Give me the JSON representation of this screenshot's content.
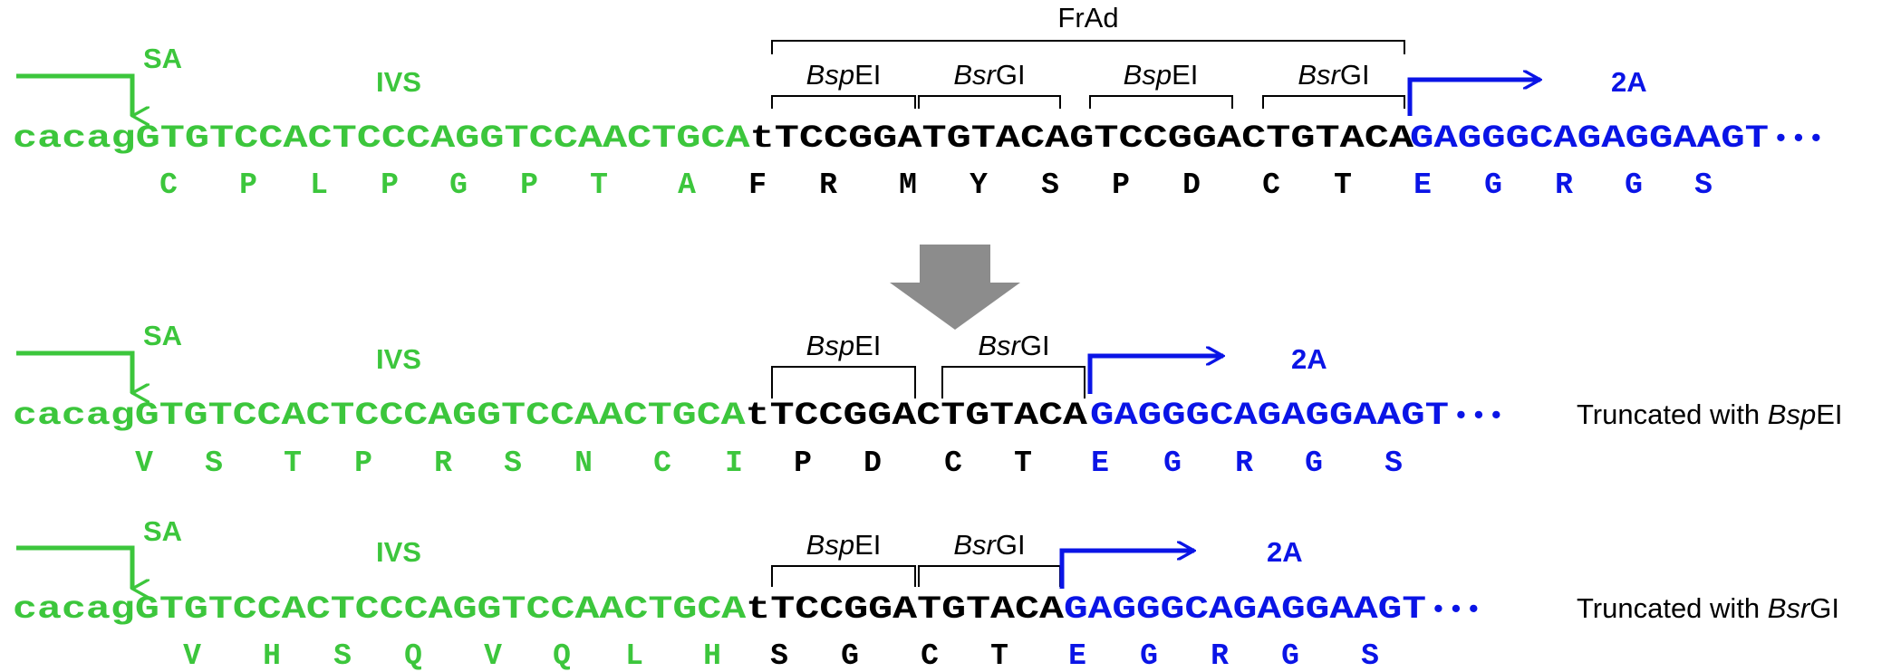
{
  "colors": {
    "green": "#3cc63c",
    "blue": "#0a14e6",
    "black": "#000000",
    "gray": "#8c8c8c"
  },
  "rows": [
    {
      "splice_label": "SA",
      "ivs_label": "IVS",
      "twoa_label": "2A",
      "frad_label": "FrAd",
      "seq_lower": "cacag",
      "seq_green": "GTGTCCACTCCCAGGTCCAACTGCA",
      "seq_t": "t",
      "seq_black": "TCCGGATGTACAGTCCGGACTGTACA",
      "seq_blue": "GAGGGCAGAGGAAGT",
      "seq_dots": "• • •",
      "aa_green": [
        "C",
        "P",
        "L",
        "P",
        "G",
        "P",
        "T",
        "A"
      ],
      "aa_black": [
        "F",
        "R",
        "M",
        "Y",
        "S",
        "P",
        "D",
        "C",
        "T"
      ],
      "aa_blue": [
        "E",
        "G",
        "R",
        "G",
        "S"
      ],
      "sites": [
        {
          "italic": "Bsp",
          "rest": "EI"
        },
        {
          "italic": "Bsr",
          "rest": "GI"
        },
        {
          "italic": "Bsp",
          "rest": "EI"
        },
        {
          "italic": "Bsr",
          "rest": "GI"
        }
      ]
    },
    {
      "splice_label": "SA",
      "ivs_label": "IVS",
      "twoa_label": "2A",
      "seq_lower": "cacag",
      "seq_green": "GTGTCCACTCCCAGGTCCAACTGCA",
      "seq_t": "t",
      "seq_black": "TCCGGACTGTACA",
      "seq_blue": "GAGGGCAGAGGAAGT",
      "seq_dots": "• • •",
      "aa_green": [
        "V",
        "S",
        "T",
        "P",
        "R",
        "S",
        "N",
        "C",
        "I"
      ],
      "aa_black": [
        "P",
        "D",
        "C",
        "T"
      ],
      "aa_blue": [
        "E",
        "G",
        "R",
        "G",
        "S"
      ],
      "sites": [
        {
          "italic": "Bsp",
          "rest": "EI"
        },
        {
          "italic": "Bsr",
          "rest": "GI"
        }
      ],
      "caption": {
        "prefix": "Truncated with ",
        "italic": "Bsp",
        "rest": "EI"
      }
    },
    {
      "splice_label": "SA",
      "ivs_label": "IVS",
      "twoa_label": "2A",
      "seq_lower": "cacag",
      "seq_green": "GTGTCCACTCCCAGGTCCAACTGCA",
      "seq_t": "t",
      "seq_black": "TCCGGATGTACA",
      "seq_blue": "GAGGGCAGAGGAAGT",
      "seq_dots": "• • •",
      "aa_green": [
        "V",
        "H",
        "S",
        "Q",
        "V",
        "Q",
        "L",
        "H"
      ],
      "aa_black": [
        "S",
        "G",
        "C",
        "T"
      ],
      "aa_blue": [
        "E",
        "G",
        "R",
        "G",
        "S"
      ],
      "sites": [
        {
          "italic": "Bsp",
          "rest": "EI"
        },
        {
          "italic": "Bsr",
          "rest": "GI"
        }
      ],
      "caption": {
        "prefix": "Truncated with ",
        "italic": "Bsr",
        "rest": "GI"
      }
    }
  ]
}
